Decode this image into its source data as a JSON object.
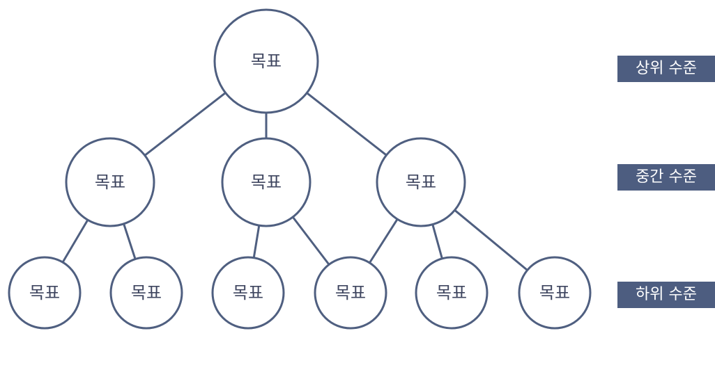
{
  "colors": {
    "line": "#4f5f80",
    "node_fill": "#ffffff",
    "node_text": "#3f4660",
    "tag_background": "#4d5d80",
    "tag_text": "#ffffff"
  },
  "levels": [
    {
      "id": "top",
      "label": "상위 수준"
    },
    {
      "id": "middle",
      "label": "중간 수준"
    },
    {
      "id": "low",
      "label": "하위 수준"
    }
  ],
  "nodes": [
    {
      "id": "top-1",
      "level": "top",
      "label": "목표"
    },
    {
      "id": "mid-1",
      "level": "middle",
      "label": "목표"
    },
    {
      "id": "mid-2",
      "level": "middle",
      "label": "목표"
    },
    {
      "id": "mid-3",
      "level": "middle",
      "label": "목표"
    },
    {
      "id": "low-1",
      "level": "low",
      "label": "목표"
    },
    {
      "id": "low-2",
      "level": "low",
      "label": "목표"
    },
    {
      "id": "low-3",
      "level": "low",
      "label": "목표"
    },
    {
      "id": "low-4",
      "level": "low",
      "label": "목표"
    },
    {
      "id": "low-5",
      "level": "low",
      "label": "목표"
    },
    {
      "id": "low-6",
      "level": "low",
      "label": "목표"
    }
  ],
  "edges": [
    {
      "from": "top-1",
      "to": "mid-1"
    },
    {
      "from": "top-1",
      "to": "mid-2"
    },
    {
      "from": "top-1",
      "to": "mid-3"
    },
    {
      "from": "mid-1",
      "to": "low-1"
    },
    {
      "from": "mid-1",
      "to": "low-2"
    },
    {
      "from": "mid-2",
      "to": "low-3"
    },
    {
      "from": "mid-2",
      "to": "low-4"
    },
    {
      "from": "mid-3",
      "to": "low-4"
    },
    {
      "from": "mid-3",
      "to": "low-5"
    },
    {
      "from": "mid-3",
      "to": "low-6"
    }
  ]
}
